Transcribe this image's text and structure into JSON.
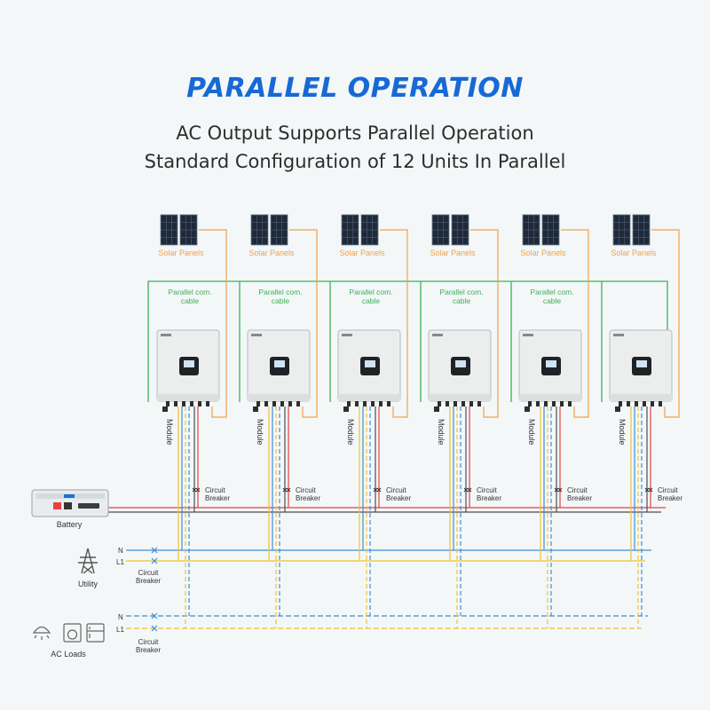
{
  "title": "PARALLEL OPERATION",
  "subtitle1": "AC Output Supports Parallel Operation",
  "subtitle2": "Standard Configuration of 12 Units In Parallel",
  "units": [
    {
      "solar_label": "Solar Panels",
      "com_label_1": "Parallel com.",
      "com_label_2": "cable",
      "module_label": "Module",
      "breaker_label_1": "Circuit",
      "breaker_label_2": "Breaker"
    },
    {
      "solar_label": "Solar Panels",
      "com_label_1": "Parallel com.",
      "com_label_2": "cable",
      "module_label": "Module",
      "breaker_label_1": "Circuit",
      "breaker_label_2": "Breaker"
    },
    {
      "solar_label": "Solar Panels",
      "com_label_1": "Parallel com.",
      "com_label_2": "cable",
      "module_label": "Module",
      "breaker_label_1": "Circuit",
      "breaker_label_2": "Breaker"
    },
    {
      "solar_label": "Solar Panels",
      "com_label_1": "Parallel com.",
      "com_label_2": "cable",
      "module_label": "Module",
      "breaker_label_1": "Circuit",
      "breaker_label_2": "Breaker"
    },
    {
      "solar_label": "Solar Panels",
      "com_label_1": "Parallel com.",
      "com_label_2": "cable",
      "module_label": "Module",
      "breaker_label_1": "Circuit",
      "breaker_label_2": "Breaker"
    },
    {
      "solar_label": "Solar Panels",
      "com_label_1": "",
      "com_label_2": "",
      "module_label": "Module",
      "breaker_label_1": "Circuit",
      "breaker_label_2": "Breaker"
    }
  ],
  "battery_label": "Battery",
  "utility": {
    "label": "Utility",
    "n": "N",
    "l1": "L1",
    "breaker_1": "Circuit",
    "breaker_2": "Breaker"
  },
  "loads": {
    "label": "AC Loads",
    "n": "N",
    "l1": "L1",
    "breaker_1": "Circuit",
    "breaker_2": "Breaker"
  },
  "colors": {
    "title": "#1769d6",
    "solar_cable": "#f0a24a",
    "com_cable": "#3fae5a",
    "battery_pos": "#e8403f",
    "battery_neg": "#4d4d4d",
    "neutral": "#3d8fd6",
    "live": "#f2c22e",
    "pe": "#8bc34a"
  }
}
